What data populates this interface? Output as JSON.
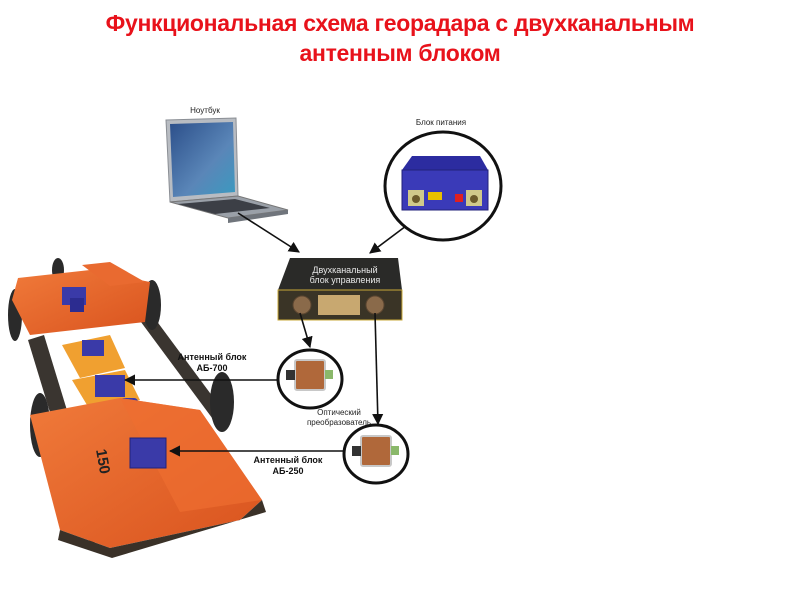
{
  "title": {
    "line1": "Функциональная схема георадара с двухканальным",
    "line2": "антенным блоком"
  },
  "diagram": {
    "components": [
      {
        "id": "laptop",
        "label": "Ноутбук"
      },
      {
        "id": "power_supply",
        "label": "Блок питания"
      },
      {
        "id": "control_unit",
        "label_line1": "Двухканальный",
        "label_line2": "блок управления"
      },
      {
        "id": "optical_converter",
        "label_line1": "Оптический",
        "label_line2": "преобразователь"
      },
      {
        "id": "antenna_700",
        "label_line1": "Антенный блок",
        "label_line2": "АБ-700"
      },
      {
        "id": "antenna_250",
        "label_line1": "Антенный блок",
        "label_line2": "АБ-250"
      }
    ],
    "connections": [
      {
        "from": "laptop",
        "to": "control_unit"
      },
      {
        "from": "power_supply",
        "to": "control_unit"
      },
      {
        "from": "control_unit",
        "to": "optical_converter_1"
      },
      {
        "from": "control_unit",
        "to": "optical_converter_2"
      },
      {
        "from": "optical_converter_1",
        "to": "antenna_700"
      },
      {
        "from": "optical_converter_2",
        "to": "antenna_250"
      }
    ],
    "antenna_marking": "150",
    "colors": {
      "title": "#e8121b",
      "antenna_body": "#e8642a",
      "antenna_inner": "#f0a030",
      "device_blue": "#3a3aa8",
      "control_unit": "#2a2a28",
      "converter": "#b0683a",
      "arrow": "#111111"
    }
  }
}
